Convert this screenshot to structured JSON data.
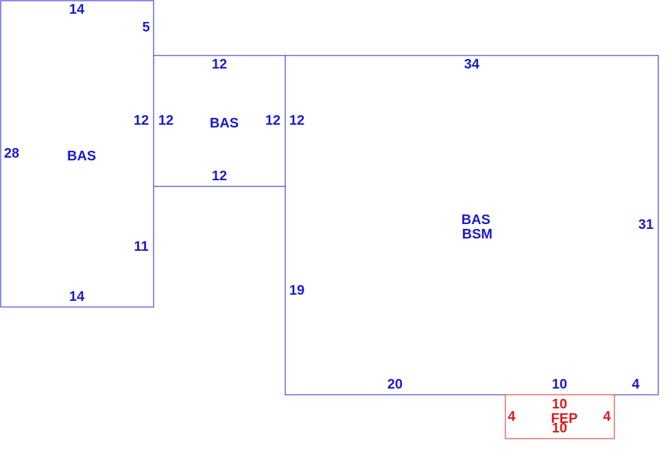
{
  "colors": {
    "main": "#1a1acc",
    "porch": "#dd1c1c"
  },
  "areas": {
    "left": {
      "code": "BAS",
      "dims": {
        "top": "14",
        "bottom": "14",
        "left": "28",
        "right_upper": "5",
        "right_mid": "12",
        "right_lower": "11"
      }
    },
    "middle": {
      "code": "BAS",
      "dims": {
        "top": "12",
        "bottom": "12",
        "left": "12",
        "right": "12"
      }
    },
    "right": {
      "codes": [
        "BAS",
        "BSM"
      ],
      "dims": {
        "top": "34",
        "left_upper": "12",
        "left_lower": "19",
        "right": "31",
        "bottom_left": "20",
        "bottom_mid": "10",
        "bottom_right": "4"
      }
    },
    "porch": {
      "code": "FEP",
      "dims": {
        "top": "10",
        "bottom": "10",
        "left": "4",
        "right": "4"
      }
    }
  }
}
